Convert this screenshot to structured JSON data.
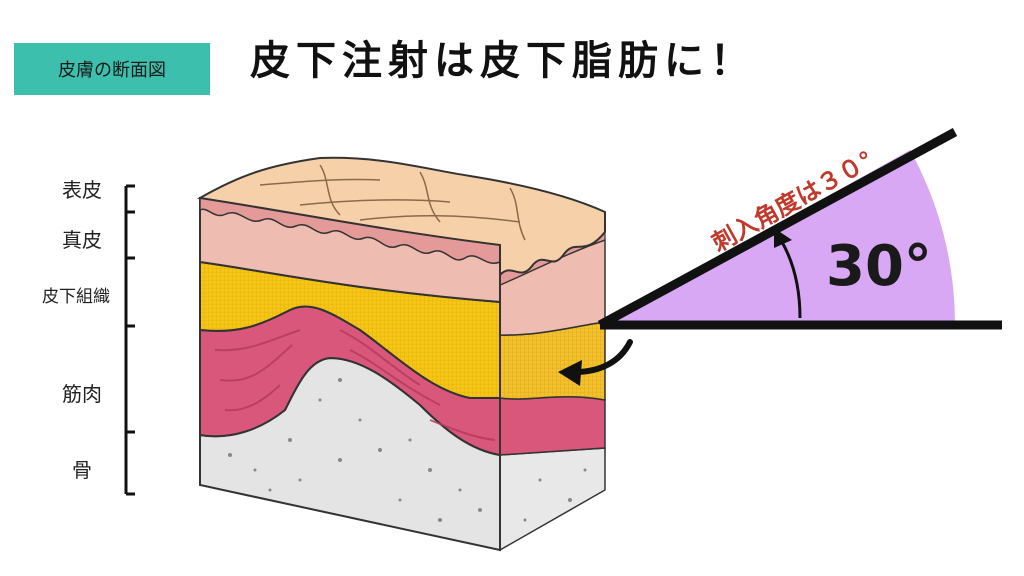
{
  "header": {
    "badge": "皮膚の断面図",
    "title": "皮下注射は皮下脂肪に！"
  },
  "layers": {
    "epidermis": "表皮",
    "dermis": "真皮",
    "subcutaneous": "皮下組織",
    "muscle": "筋肉",
    "bone": "骨"
  },
  "angle": {
    "rotated_label": "刺入角度は３０°",
    "value_label": "30°"
  },
  "colors": {
    "badge": "#3dbfad",
    "epidermis": "#f6d0a8",
    "dermis": "#e9a3a0",
    "fat": "#f5c518",
    "muscle": "#d9577a",
    "bone": "#e4e4e4",
    "angle_fill": "#d8a8f5"
  }
}
